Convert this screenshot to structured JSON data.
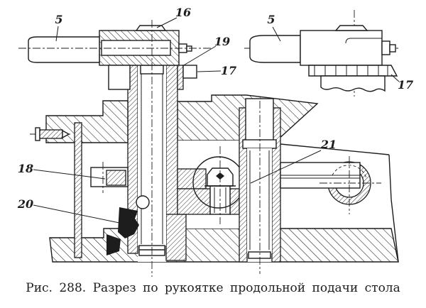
{
  "figure": {
    "caption": "Рис. 288. Разрез по рукоятке продольной подачи стола"
  },
  "callouts": {
    "main_view": [
      "5",
      "16",
      "19",
      "17",
      "18",
      "20",
      "21"
    ],
    "detail_view": [
      "5",
      "17"
    ]
  },
  "colors": {
    "ink": "#1d1d1d",
    "paper": "#ffffff"
  }
}
